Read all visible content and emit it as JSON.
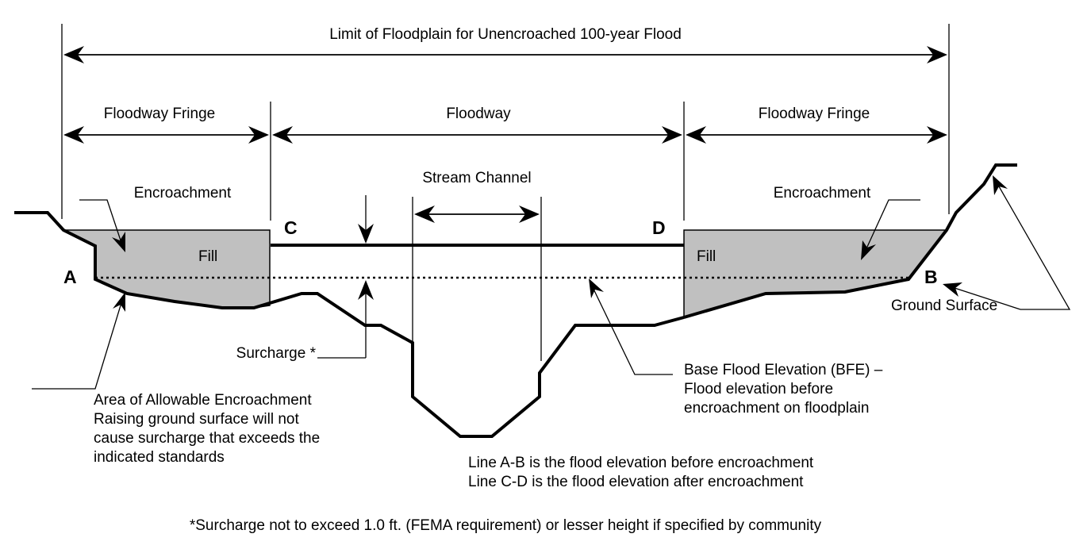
{
  "labels": {
    "limit_floodplain": "Limit of Floodplain for Unencroached 100-year Flood",
    "floodway_fringe_left": "Floodway Fringe",
    "floodway": "Floodway",
    "floodway_fringe_right": "Floodway Fringe",
    "stream_channel": "Stream Channel",
    "encroachment_left": "Encroachment",
    "encroachment_right": "Encroachment",
    "fill_left": "Fill",
    "fill_right": "Fill",
    "point_a": "A",
    "point_b": "B",
    "point_c": "C",
    "point_d": "D",
    "ground_surface": "Ground Surface",
    "surcharge": "Surcharge *",
    "bfe_line1": "Base Flood Elevation (BFE) –",
    "bfe_line2": "Flood elevation before",
    "bfe_line3": "encroachment on floodplain",
    "allowable_line1": "Area of Allowable Encroachment",
    "allowable_line2": "Raising ground surface will not",
    "allowable_line3": "cause surcharge that exceeds the",
    "allowable_line4": "indicated standards",
    "line_ab": "Line A-B is the flood elevation before encroachment",
    "line_cd": "Line C-D is the flood elevation after encroachment",
    "footnote": "*Surcharge not to exceed 1.0 ft. (FEMA requirement) or lesser height if specified by community"
  },
  "colors": {
    "fill": "#c0c0c0",
    "line": "#000000",
    "background": "#ffffff"
  }
}
